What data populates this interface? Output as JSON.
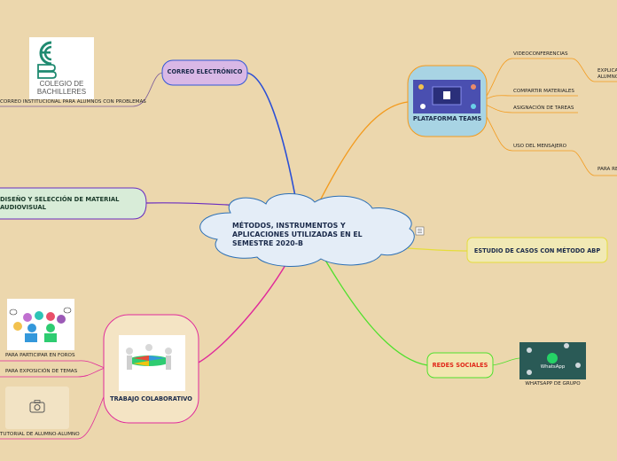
{
  "central": {
    "title": "MÉTODOS, INSTRUMENTOS Y APLICACIONES UTILIZADAS EN EL SEMESTRE 2020-B"
  },
  "nodes": {
    "correo": {
      "label": "CORREO ELECTRÓNICO",
      "child": "CORREO INSTITUCIONAL PARA ALUMNOS CON PROBLEMAS"
    },
    "diseno": {
      "label": "DISEÑO Y SELECCIÓN DE MATERIAL AUDIOVISUAL"
    },
    "trabajo": {
      "label": "TRABAJO COLABORATIVO",
      "children": [
        "PARA PARTICIPAR EN FOROS",
        "PARA EXPOSICIÓN DE TEMAS",
        "TUTORIAL DE ALUMNO-ALUMNO"
      ]
    },
    "teams": {
      "label": "PLATAFORMA TEAMS",
      "children": [
        "VIDEOCONFERENCIAS",
        "COMPARTIR MATERIALES",
        "ASIGNACIÓN DE TAREAS",
        "USO DEL MENSAJERO"
      ],
      "sub1": "EXPLICA ALUMNO",
      "sub2": "PARA RE"
    },
    "estudio": {
      "label": "ESTUDIO DE CASOS CON MÉTODO ABP"
    },
    "redes": {
      "label": "REDES SOCIALES",
      "child": "WHATSAPP DE GRUPO"
    }
  },
  "logo": {
    "line1": "COLEGIO DE",
    "line2": "BACHILLERES"
  },
  "whatsapp": {
    "caption": "WhatsApp"
  },
  "icons": [
    "notes-icon",
    "camera-icon"
  ],
  "colors": {
    "background": "#ecd7ad",
    "cloud": "#e4edf7",
    "teams": "#a8d4e4",
    "correo": "#d9b8e6",
    "estudio": "#f1e9b5",
    "redes": "#f2e6b0",
    "diseno": "#d8ecd8"
  }
}
